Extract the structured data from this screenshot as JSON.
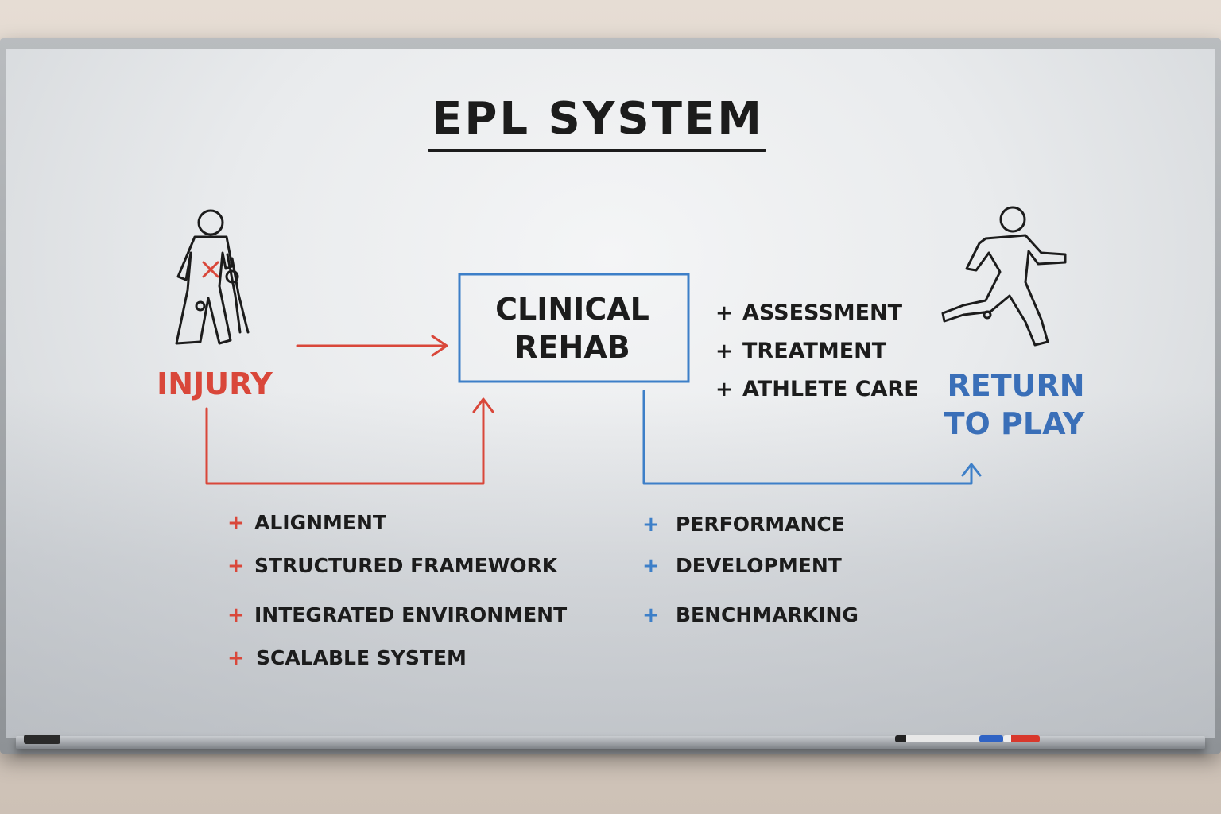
{
  "title": "EPL SYSTEM",
  "stages": {
    "injury": "INJURY",
    "center_line1": "CLINICAL",
    "center_line2": "REHAB",
    "return_line1": "RETURN",
    "return_line2": "TO PLAY"
  },
  "rehab_points": [
    "ASSESSMENT",
    "TREATMENT",
    "ATHLETE CARE"
  ],
  "left_points": [
    "ALIGNMENT",
    "STRUCTURED FRAMEWORK",
    "INTEGRATED ENVIRONMENT",
    "SCALABLE SYSTEM"
  ],
  "right_points": [
    "PERFORMANCE",
    "DEVELOPMENT",
    "BENCHMARKING"
  ],
  "bullet": "+",
  "colors": {
    "ink": "#1c1c1c",
    "red": "#d9473a",
    "blue": "#3d7fc8",
    "blue_text": "#3a6fb8"
  }
}
